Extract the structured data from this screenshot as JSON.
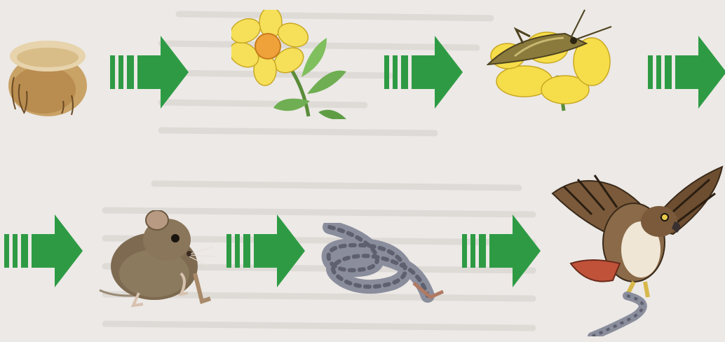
{
  "colors": {
    "arrow": "#2e9b44",
    "arrow_stripe_gap": "#f4f2ee",
    "background": "#ece9e6",
    "faded_text": "#c9c6c3"
  },
  "food_chain": {
    "row1": [
      {
        "organism": "soil",
        "icon": "soil-clump-icon"
      },
      {
        "connector": "arrow-right-icon"
      },
      {
        "organism": "flower",
        "icon": "yellow-flower-icon"
      },
      {
        "connector": "arrow-right-icon"
      },
      {
        "organism": "grasshopper",
        "icon": "grasshopper-on-flower-icon"
      },
      {
        "connector": "arrow-right-icon"
      }
    ],
    "row2": [
      {
        "connector": "arrow-right-icon"
      },
      {
        "organism": "mouse",
        "icon": "mouse-icon"
      },
      {
        "connector": "arrow-right-icon"
      },
      {
        "organism": "snake",
        "icon": "snake-icon"
      },
      {
        "connector": "arrow-right-icon"
      },
      {
        "organism": "hawk",
        "icon": "hawk-with-snake-icon"
      }
    ]
  }
}
